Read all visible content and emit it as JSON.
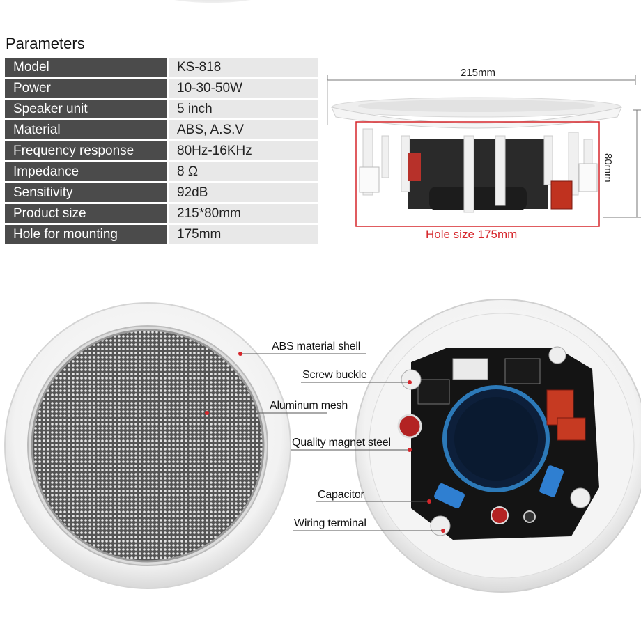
{
  "parameters": {
    "title": "Parameters",
    "rows": [
      {
        "label": "Model",
        "value": "KS-818"
      },
      {
        "label": "Power",
        "value": "10-30-50W"
      },
      {
        "label": "Speaker unit",
        "value": "5 inch"
      },
      {
        "label": "Material",
        "value": "ABS,  A.S.V"
      },
      {
        "label": "Frequency response",
        "value": "80Hz-16KHz"
      },
      {
        "label": "Impedance",
        "value": "8 Ω"
      },
      {
        "label": "Sensitivity",
        "value": "92dB"
      },
      {
        "label": "Product size",
        "value": "215*80mm"
      },
      {
        "label": "Hole for mounting",
        "value": "175mm"
      }
    ]
  },
  "dimensions": {
    "width": "215mm",
    "height": "80mm",
    "hole": "Hole size 175mm"
  },
  "callouts": {
    "shell": "ABS material shell",
    "buckle": "Screw buckle",
    "mesh": "Aluminum mesh",
    "magnet": "Quality magnet steel",
    "capacitor": "Capacitor",
    "terminal": "Wiring terminal"
  },
  "colors": {
    "accent": "#d6262b",
    "label_bg": "#4b4b4b",
    "value_bg": "#e8e8e8"
  }
}
